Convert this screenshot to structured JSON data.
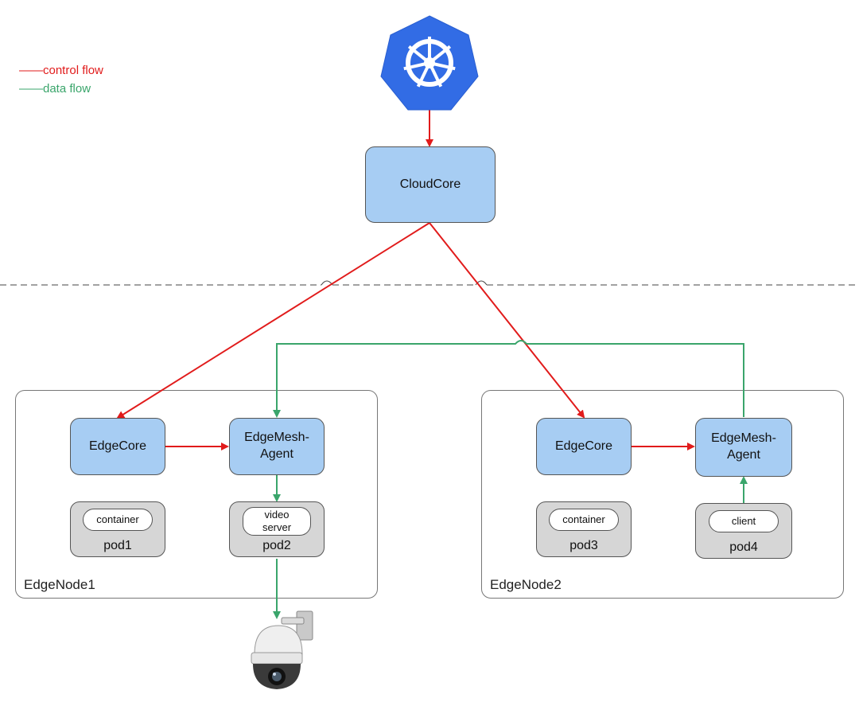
{
  "legend": {
    "control": {
      "label": "——control flow",
      "color": "#e11b1b"
    },
    "data": {
      "label": "——data flow",
      "color": "#3aa56b"
    }
  },
  "colors": {
    "control_flow": "#e11b1b",
    "data_flow": "#3aa56b",
    "component_fill": "#a7cdf3",
    "pod_fill": "#d6d6d6",
    "k8s_blue": "#326ce5"
  },
  "icons": {
    "kubernetes": "kubernetes-logo-icon",
    "camera": "ptz-camera-icon"
  },
  "cloudcore": {
    "label": "CloudCore"
  },
  "edgenode1": {
    "label": "EdgeNode1",
    "edgecore": "EdgeCore",
    "agent": "EdgeMesh-\nAgent",
    "pod1": {
      "name": "pod1",
      "container": "container"
    },
    "pod2": {
      "name": "pod2",
      "container": "video\nserver"
    }
  },
  "edgenode2": {
    "label": "EdgeNode2",
    "edgecore": "EdgeCore",
    "agent": "EdgeMesh-\nAgent",
    "pod3": {
      "name": "pod3",
      "container": "container"
    },
    "pod4": {
      "name": "pod4",
      "container": "client"
    }
  }
}
